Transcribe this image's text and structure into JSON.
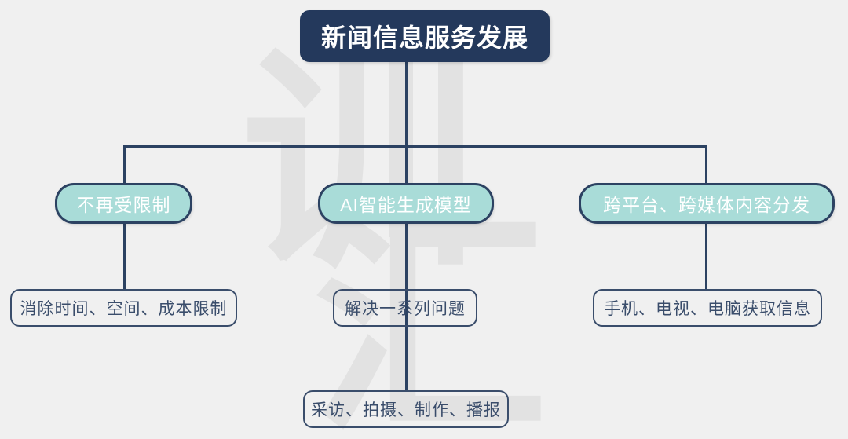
{
  "diagram": {
    "type": "hierarchy-tree",
    "background_color": "#f0f0f0",
    "accent_color": "#24395c",
    "node_fill_color": "#a9dcd8",
    "line_color": "#2c4262",
    "watermark": {
      "char_upper": "训",
      "char_lower": "汇",
      "color": "#e2e2e2"
    },
    "root": {
      "label": "新闻信息服务发展"
    },
    "branches": [
      {
        "label": "不再受限制",
        "children": [
          {
            "label": "消除时间、空间、成本限制"
          }
        ]
      },
      {
        "label": "AI智能生成模型",
        "children": [
          {
            "label": "解决一系列问题"
          },
          {
            "label": "采访、拍摄、制作、播报"
          }
        ]
      },
      {
        "label": "跨平台、跨媒体内容分发",
        "children": [
          {
            "label": "手机、电视、电脑获取信息"
          }
        ]
      }
    ]
  }
}
